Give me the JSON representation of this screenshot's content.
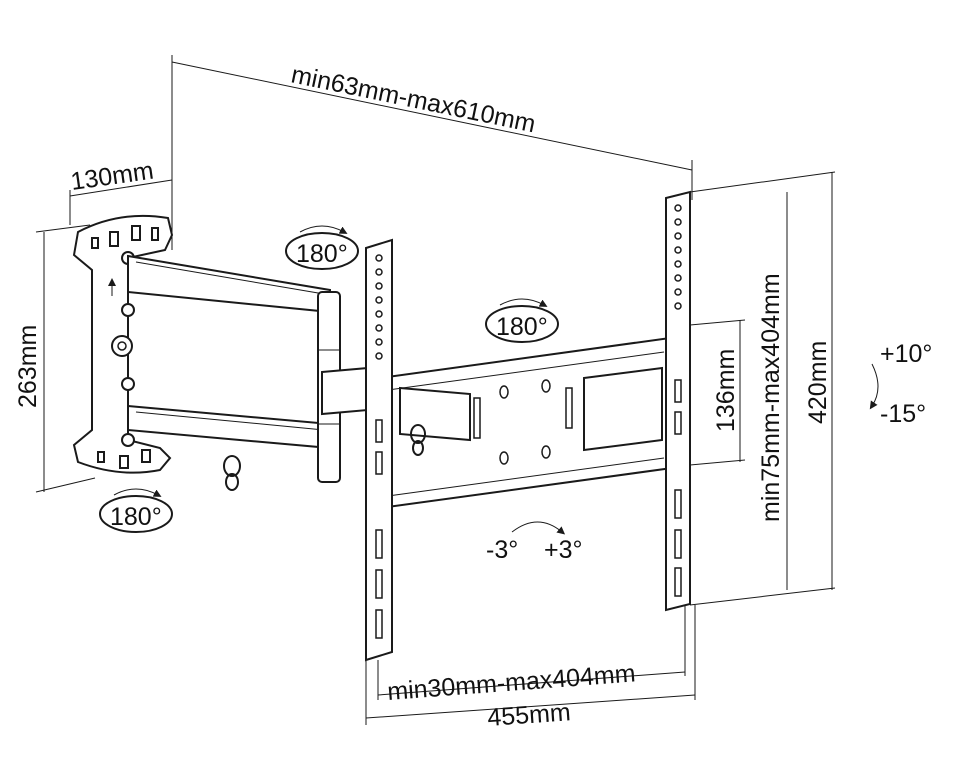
{
  "dimensions": {
    "arm_extension": "min63mm-max610mm",
    "wall_plate_depth": "130mm",
    "wall_plate_height": "263mm",
    "hole_spacing_vertical": "136mm",
    "vesa_vertical_range": "min75mm-max404mm",
    "bracket_height": "420mm",
    "vesa_horizontal_range": "min30mm-max404mm",
    "bracket_width": "455mm"
  },
  "rotations": {
    "swivel_top": "180°",
    "swivel_middle": "180°",
    "swivel_bottom": "180°",
    "tilt_up": "+10°",
    "tilt_down": "-15°",
    "level_minus": "-3°",
    "level_plus": "+3°"
  }
}
